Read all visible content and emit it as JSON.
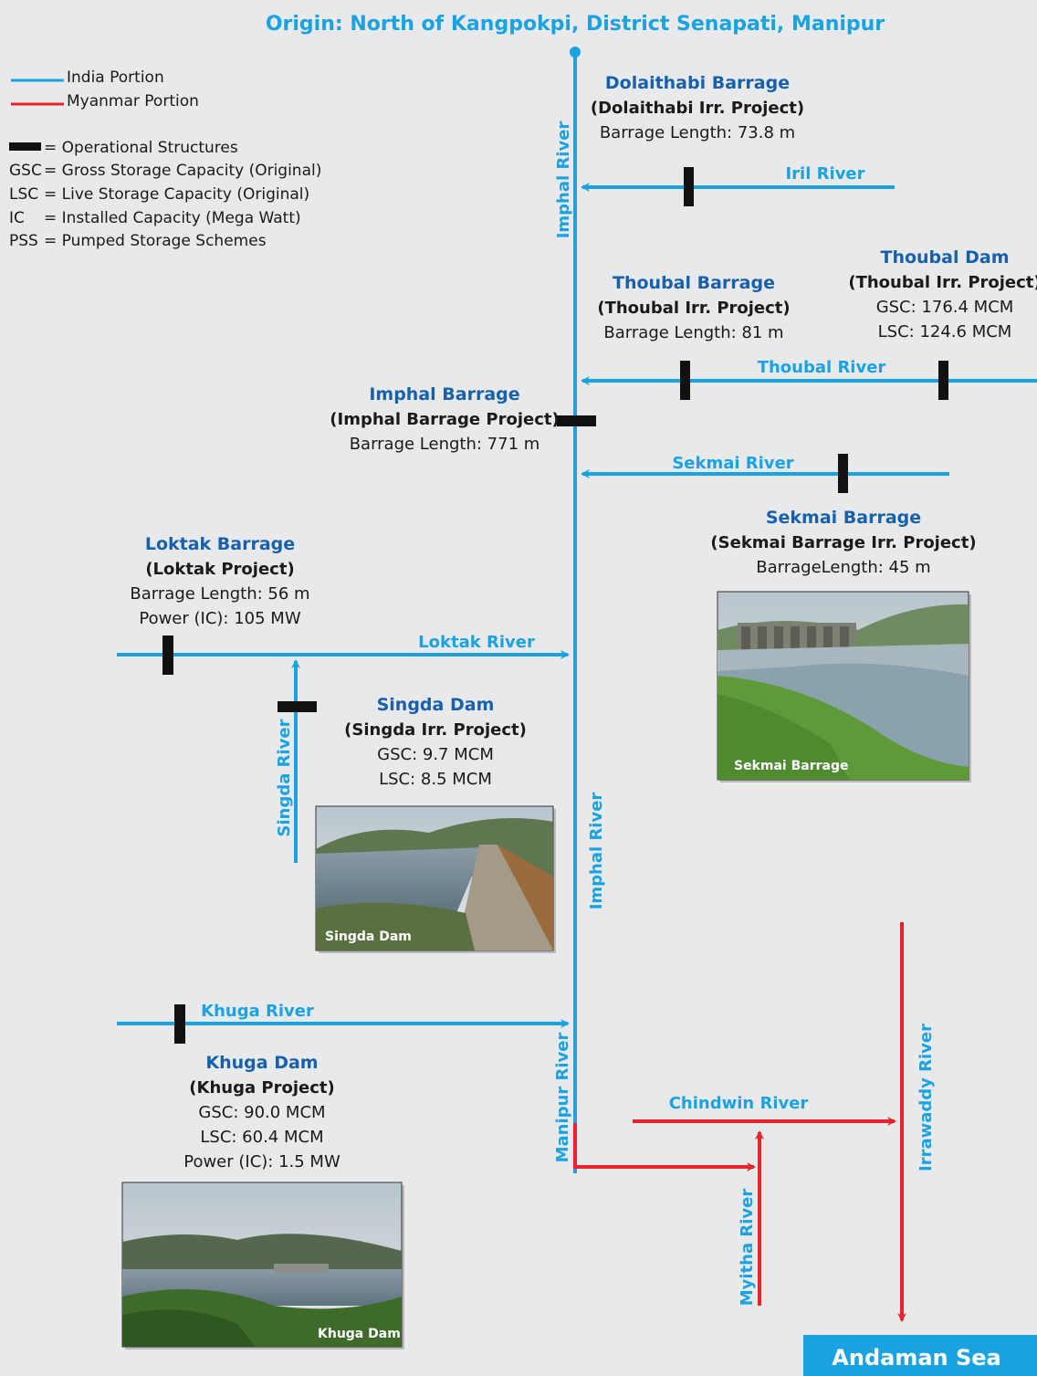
{
  "title": "Origin: North of Kangpokpi, District Senapati, Manipur",
  "legend": {
    "india": "India Portion",
    "myanmar": "Myanmar Portion",
    "operational": "= Operational Structures",
    "gsc_key": "GSC",
    "gsc_val": "= Gross Storage Capacity (Original)",
    "lsc_key": "LSC",
    "lsc_val": "= Live Storage Capacity (Original)",
    "ic_key": "IC",
    "ic_val": "= Installed Capacity (Mega Watt)",
    "pss_key": "PSS",
    "pss_val": "= Pumped Storage Schemes"
  },
  "rivers": {
    "imphal": "Imphal River",
    "iril": "Iril River",
    "thoubal": "Thoubal River",
    "sekmai": "Sekmai River",
    "loktak": "Loktak River",
    "singda": "Singda River",
    "khuga": "Khuga River",
    "manipur": "Manipur River",
    "chindwin": "Chindwin River",
    "myitha": "Myitha River",
    "irrawaddy": "Irrawaddy  River"
  },
  "structures": {
    "dolaithabi": {
      "name": "Dolaithabi Barrage",
      "project": "(Dolaithabi Irr. Project)",
      "line1": "Barrage Length: 73.8 m"
    },
    "thoubal_barrage": {
      "name": "Thoubal Barrage",
      "project": "(Thoubal Irr. Project)",
      "line1": "Barrage Length: 81 m"
    },
    "thoubal_dam": {
      "name": "Thoubal Dam",
      "project": "(Thoubal Irr. Project)",
      "line1": "GSC: 176.4 MCM",
      "line2": "LSC: 124.6 MCM"
    },
    "imphal_barrage": {
      "name": "Imphal Barrage",
      "project": "(Imphal Barrage Project)",
      "line1": "Barrage Length: 771 m"
    },
    "sekmai_barrage": {
      "name": "Sekmai Barrage",
      "project": "(Sekmai Barrage Irr. Project)",
      "line1": "BarrageLength: 45 m"
    },
    "loktak_barrage": {
      "name": "Loktak Barrage",
      "project": "(Loktak Project)",
      "line1": "Barrage Length: 56 m",
      "line2": "Power (IC): 105 MW"
    },
    "singda_dam": {
      "name": "Singda Dam",
      "project": "(Singda Irr. Project)",
      "line1": "GSC: 9.7 MCM",
      "line2": "LSC: 8.5 MCM"
    },
    "khuga_dam": {
      "name": "Khuga Dam",
      "project": "(Khuga Project)",
      "line1": "GSC: 90.0 MCM",
      "line2": "LSC: 60.4 MCM",
      "line3": "Power (IC): 1.5 MW"
    }
  },
  "photos": {
    "sekmai": "Sekmai Barrage",
    "singda": "Singda Dam",
    "khuga": "Khuga Dam"
  },
  "sea": "Andaman Sea",
  "colors": {
    "india": "#1aa3e0",
    "myanmar": "#e8232a",
    "structure": "#111111",
    "heading": "#1860aa"
  }
}
